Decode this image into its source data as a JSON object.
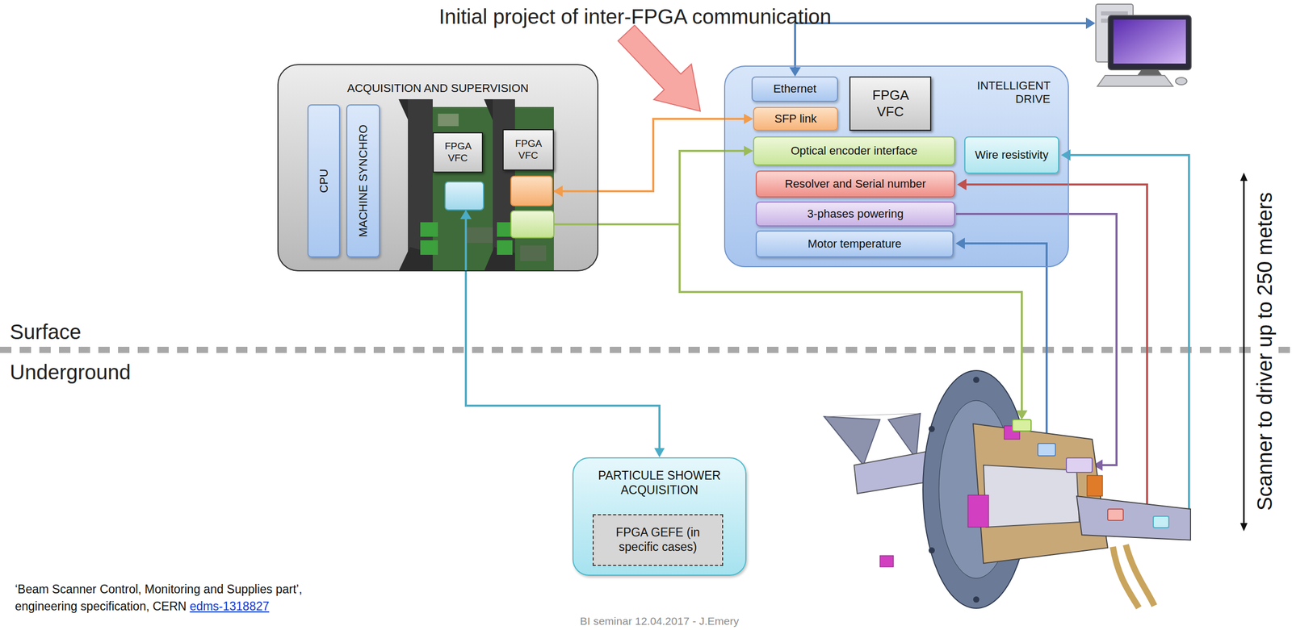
{
  "diagram": {
    "title": "Initial project of inter-FPGA communication",
    "nodes": [
      {
        "text": [
          "ACQUISITION AND SUPERVISION"
        ]
      },
      {
        "text": [
          "CPU"
        ],
        "in": 0
      },
      {
        "text": [
          "MACHINE SYNCHRO"
        ],
        "in": 0
      },
      {
        "text": [
          "FPGA VFC"
        ],
        "in": 0
      },
      {
        "text": [
          "FPGA VFC"
        ],
        "in": 0
      },
      {
        "text": [
          "INTELLIGENT DRIVE"
        ]
      },
      {
        "text": [
          "Ethernet"
        ],
        "in": 5
      },
      {
        "text": [
          "FPGA VFC"
        ],
        "in": 5
      },
      {
        "text": [
          "SFP link"
        ],
        "in": 5
      },
      {
        "text": [
          "Optical encoder interface"
        ],
        "in": 5
      },
      {
        "text": [
          "Wire resistivity"
        ],
        "in": 5
      },
      {
        "text": [
          "Resolver and Serial number"
        ],
        "in": 5
      },
      {
        "text": [
          "3-phases powering"
        ],
        "in": 5
      },
      {
        "text": [
          "Motor temperature"
        ],
        "in": 5
      },
      {
        "text": [
          "PARTICULE SHOWER ACQUISITION"
        ]
      },
      {
        "text": [
          "FPGA GEFE (in specific cases)"
        ],
        "in": 14
      }
    ],
    "edges": [
      {
        "from": 4,
        "to": 8,
        "arrow": "both"
      },
      {
        "from": 4,
        "to": 9,
        "arrow": "to"
      },
      {
        "from": 3,
        "to": 14,
        "arrow": "both"
      }
    ],
    "labels": [
      "Surface",
      "Underground",
      "Scanner to driver up to 250 meters",
      "‘Beam Scanner Control, Monitoring and Supplies part’, engineering specification, CERN",
      "edms-1318827",
      "BI seminar 12.04.2017 - J.Emery"
    ]
  }
}
